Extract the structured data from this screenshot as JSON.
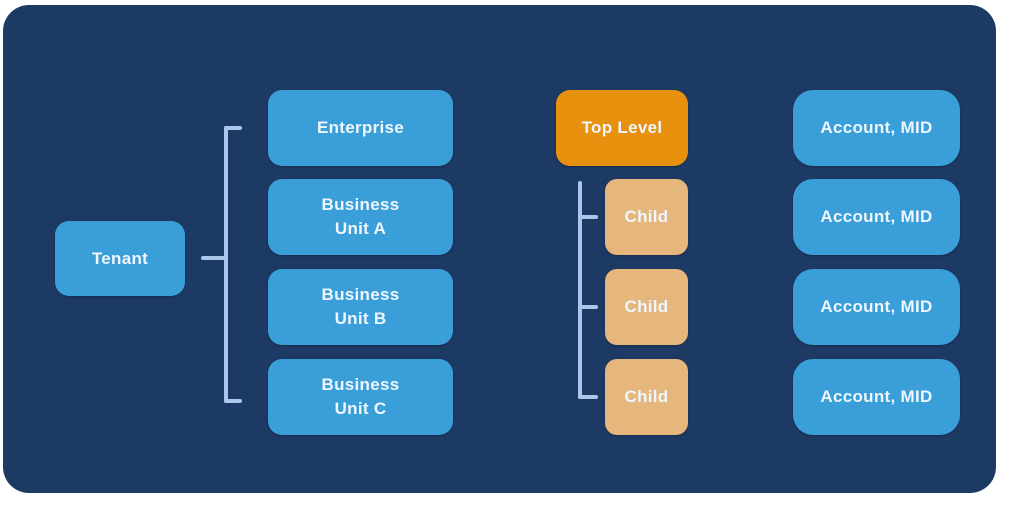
{
  "colors": {
    "navy": "#1d3a64",
    "blue": "#3a9fd9",
    "orange": "#e8910e",
    "tan": "#e6b77c",
    "connector": "#abc8ec",
    "text": "#eff6fd"
  },
  "nodes": {
    "tenant": "Tenant",
    "business_units": [
      "Enterprise",
      "Business\nUnit A",
      "Business\nUnit B",
      "Business\nUnit C"
    ],
    "top_level": "Top Level",
    "children": [
      "Child",
      "Child",
      "Child"
    ],
    "accounts": [
      "Account, MID",
      "Account, MID",
      "Account, MID",
      "Account, MID"
    ]
  }
}
